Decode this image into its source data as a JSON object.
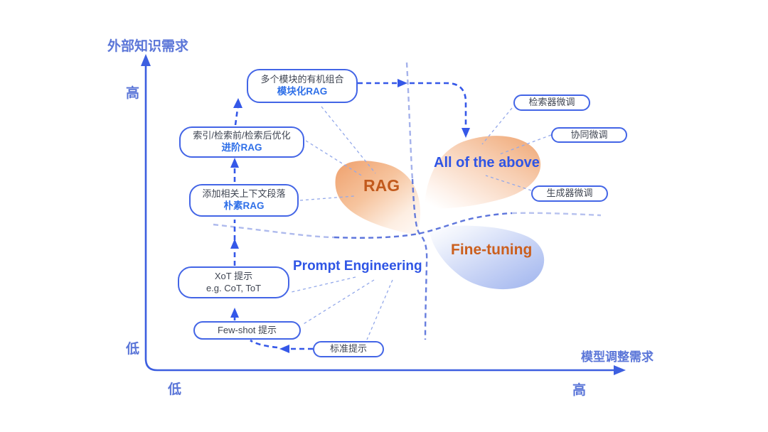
{
  "axes": {
    "y_title": "外部知识需求",
    "y_high": "高",
    "y_low": "低",
    "x_title": "模型调整需求",
    "x_low": "低",
    "x_high": "高"
  },
  "quadrants": {
    "rag_label": "RAG",
    "all_of_above_label": "All of the above",
    "fine_tuning_label": "Fine-tuning",
    "prompt_engineering_label": "Prompt Engineering"
  },
  "boxes": {
    "modular_rag": {
      "line1": "多个模块的有机组合",
      "line2": "模块化RAG"
    },
    "advanced_rag": {
      "line1": "索引/检索前/检索后优化",
      "line2": "进阶RAG"
    },
    "naive_rag": {
      "line1": "添加相关上下文段落",
      "line2": "朴素RAG"
    },
    "xot": {
      "line1": "XoT 提示",
      "line2": "e.g. CoT, ToT"
    },
    "few_shot": {
      "label": "Few-shot 提示"
    },
    "standard_prompt": {
      "label": "标准提示"
    },
    "retriever_ft": {
      "label": "检索器微调"
    },
    "collaborative_ft": {
      "label": "协同微调"
    },
    "generator_ft": {
      "label": "生成器微调"
    }
  },
  "colors": {
    "axis_blue": "#3d5fe0",
    "soft_label_blue": "#5b76d8",
    "box_border_blue": "#4365e6",
    "box_text_dark": "#3f4552",
    "box_text_blue": "#2e6fe8",
    "strong_blue": "#2f55e5",
    "orange_text": "#c25a1d",
    "blob_orange": "#efa06c",
    "blob_blue": "#9fb4ee",
    "connector_blue": "#94a9ea",
    "arrow_blue": "#3558e8"
  }
}
